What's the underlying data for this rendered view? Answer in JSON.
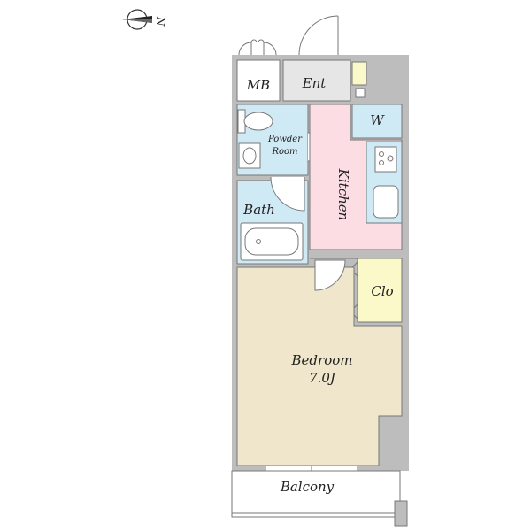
{
  "compass": {
    "north_label": "N"
  },
  "rooms": {
    "mb": "MB",
    "entrance": "Ent",
    "washer": "W",
    "powder_room_line1": "Powder",
    "powder_room_line2": "Room",
    "kitchen": "Kitchen",
    "bath": "Bath",
    "closet": "Clo",
    "bedroom": "Bedroom",
    "bedroom_size": "7.0J",
    "balcony": "Balcony"
  },
  "colors": {
    "wall": "#bdbdbd",
    "wet_area": "#cfe9f5",
    "kitchen": "#fbdde3",
    "entrance": "#e6e6e6",
    "closet": "#fbf8c9",
    "bedroom": "#efe6cc",
    "balcony": "#ffffff",
    "line": "#555555"
  }
}
